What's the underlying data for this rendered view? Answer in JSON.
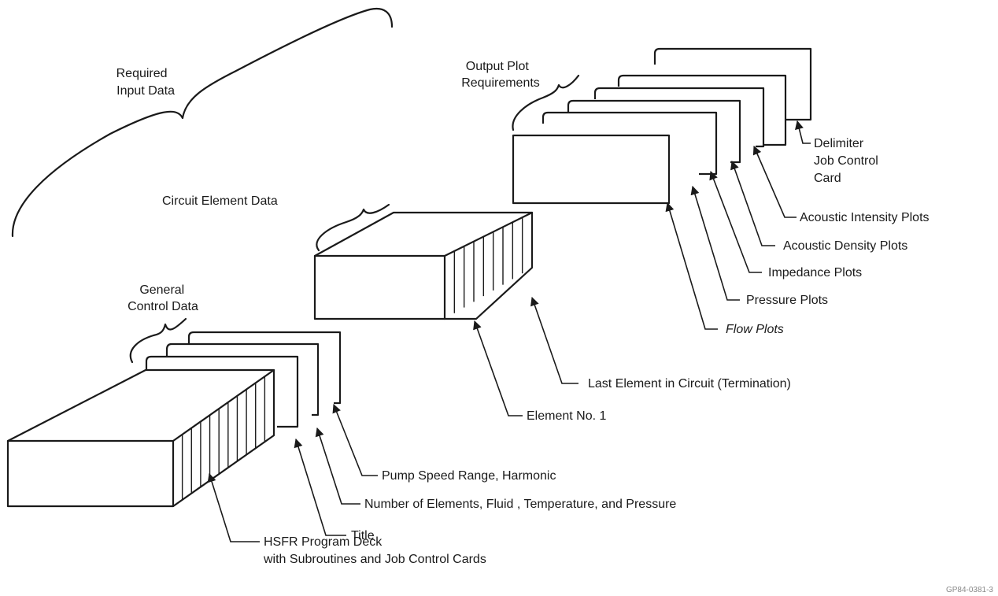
{
  "headings": {
    "required_input": [
      "Required",
      "Input Data"
    ],
    "general_control": [
      "General",
      "Control Data"
    ],
    "circuit_element": "Circuit Element Data",
    "output_plot": [
      "Output Plot",
      "Requirements"
    ]
  },
  "callouts": {
    "hsfr_deck": [
      "HSFR Program Deck",
      "with Subroutines and Job Control Cards"
    ],
    "title": "Title",
    "num_elements": "Number of Elements, Fluid , Temperature, and Pressure",
    "pump_speed": "Pump Speed Range, Harmonic",
    "element_no1": "Element No. 1",
    "last_element": "Last Element in Circuit (Termination)",
    "flow_plots": "Flow Plots",
    "pressure_plots": "Pressure Plots",
    "impedance_plots": "Impedance Plots",
    "acoustic_density": "Acoustic Density Plots",
    "acoustic_intensity": "Acoustic Intensity Plots",
    "delimiter": [
      "Delimiter",
      "Job Control",
      "Card"
    ]
  },
  "ref_number": "GP84-0381-3"
}
